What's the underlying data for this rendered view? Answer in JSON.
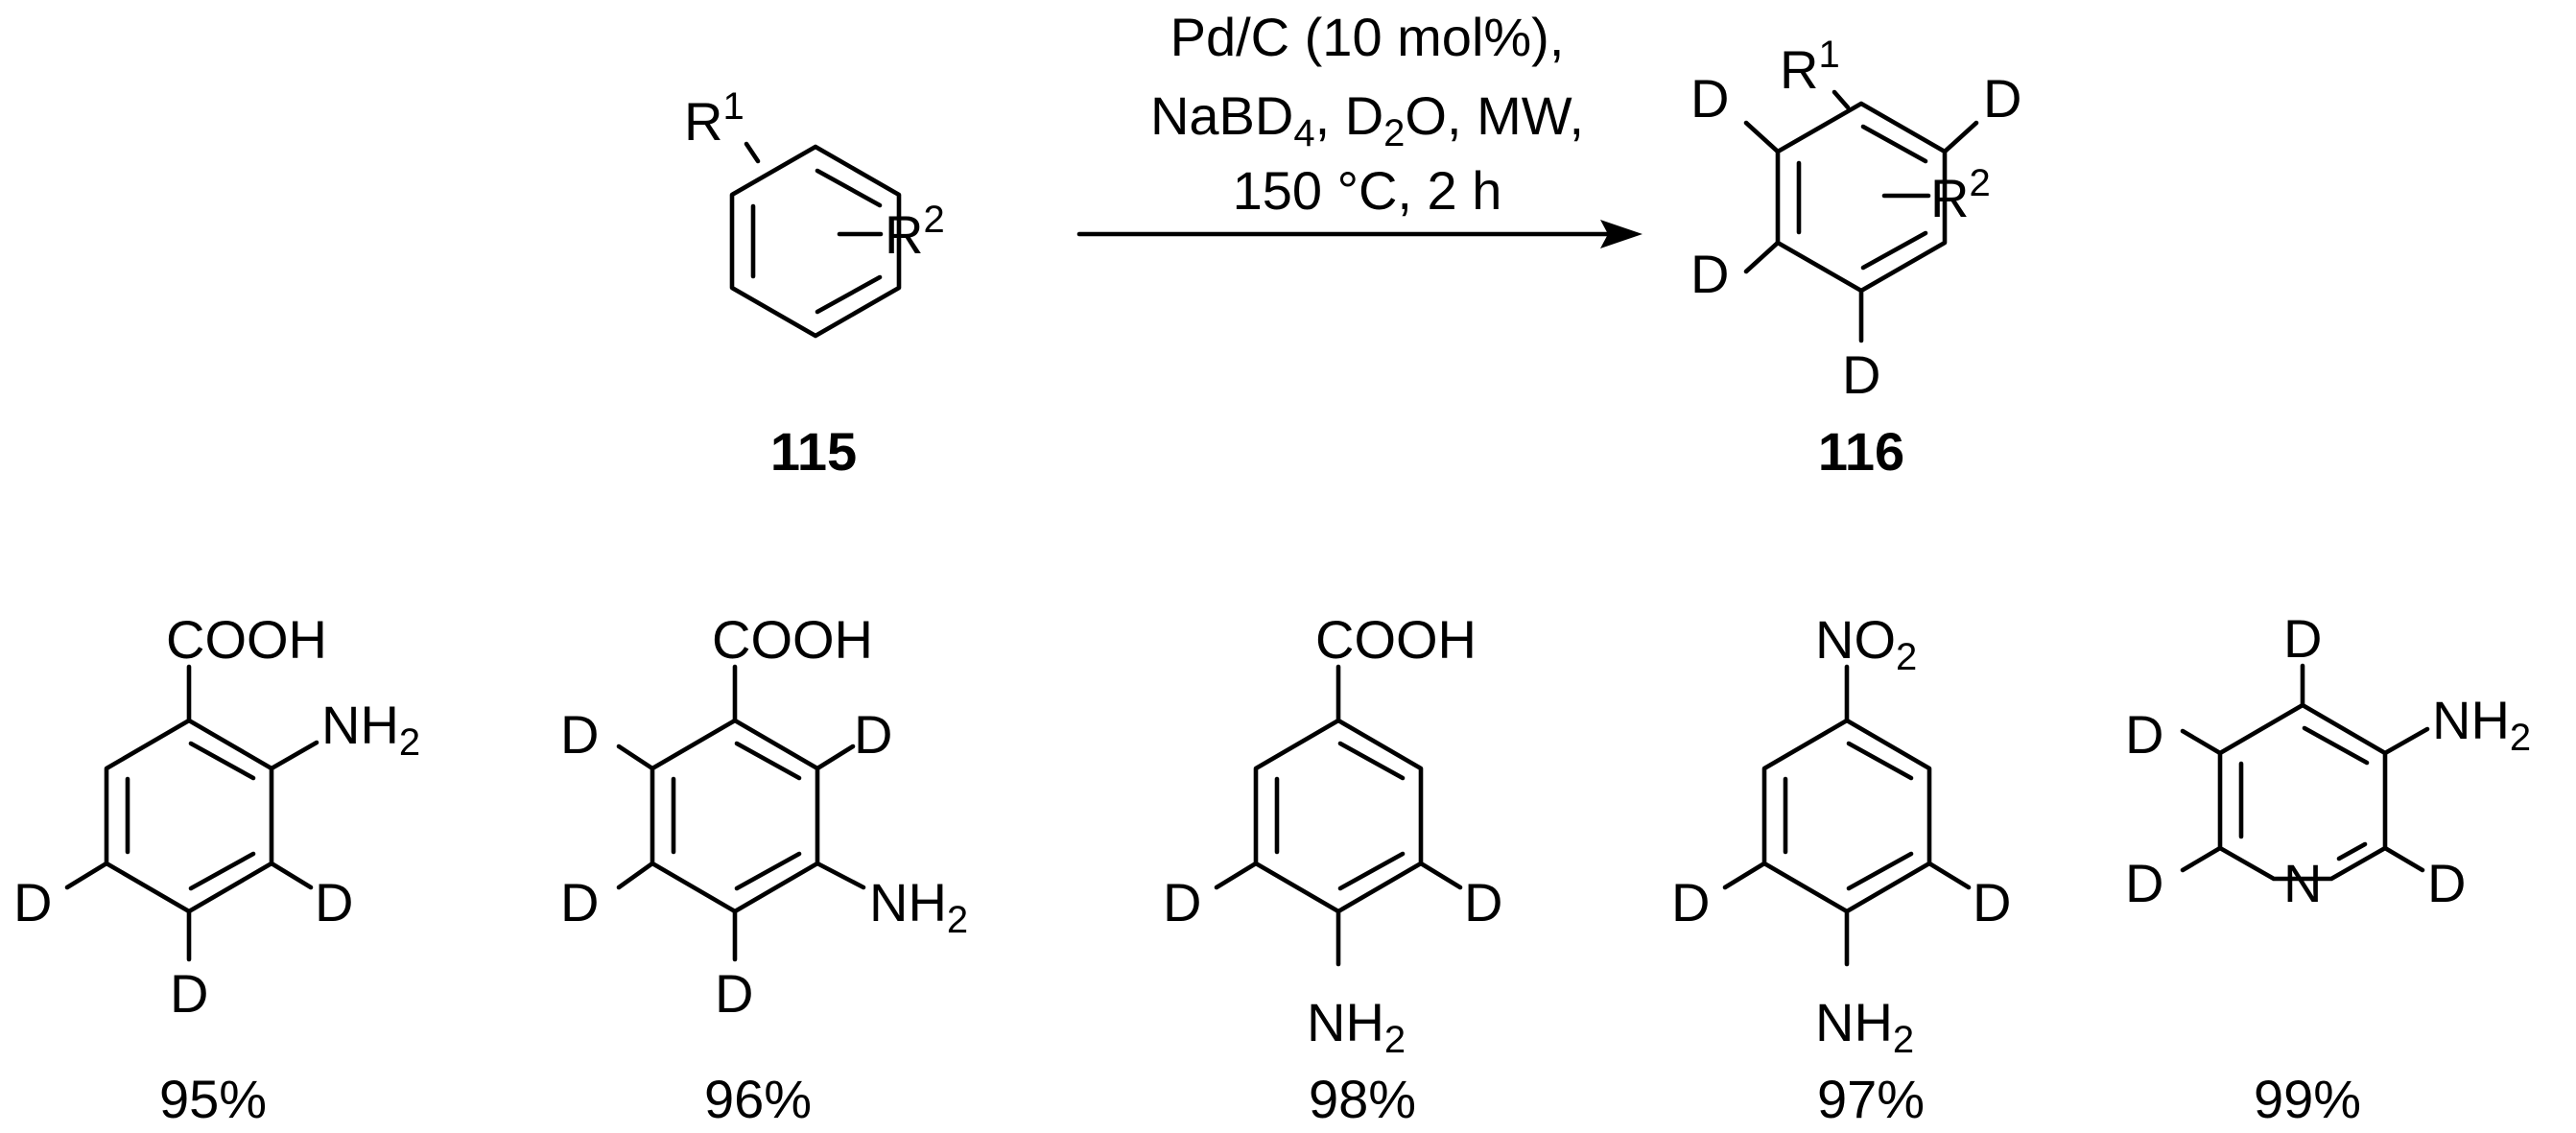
{
  "reaction": {
    "reactant_number": "115",
    "product_number": "116",
    "conditions": {
      "line1": "Pd/C (10 mol%),",
      "line2_parts": [
        "NaBD",
        "4",
        ", D",
        "2",
        "O, MW,"
      ],
      "line3": "150 °C, 2 h"
    },
    "reactant": {
      "r1": "R",
      "r1_sup": "1",
      "r2": "R",
      "r2_sup": "2"
    },
    "product": {
      "r1": "R",
      "r1_sup": "1",
      "r2": "R",
      "r2_sup": "2",
      "d_label": "D"
    }
  },
  "examples": [
    {
      "substituents": [
        "COOH",
        "NH",
        "2"
      ],
      "d_label": "D",
      "yield": "95%"
    },
    {
      "substituents": [
        "COOH",
        "NH",
        "2"
      ],
      "d_label": "D",
      "yield": "96%"
    },
    {
      "substituents": [
        "COOH",
        "NH",
        "2"
      ],
      "d_label": "D",
      "yield": "98%"
    },
    {
      "substituents": [
        "NO",
        "2",
        "NH",
        "2"
      ],
      "d_label": "D",
      "yield": "97%"
    },
    {
      "substituents": [
        "NH",
        "2",
        "N"
      ],
      "d_label": "D",
      "yield": "99%"
    }
  ]
}
